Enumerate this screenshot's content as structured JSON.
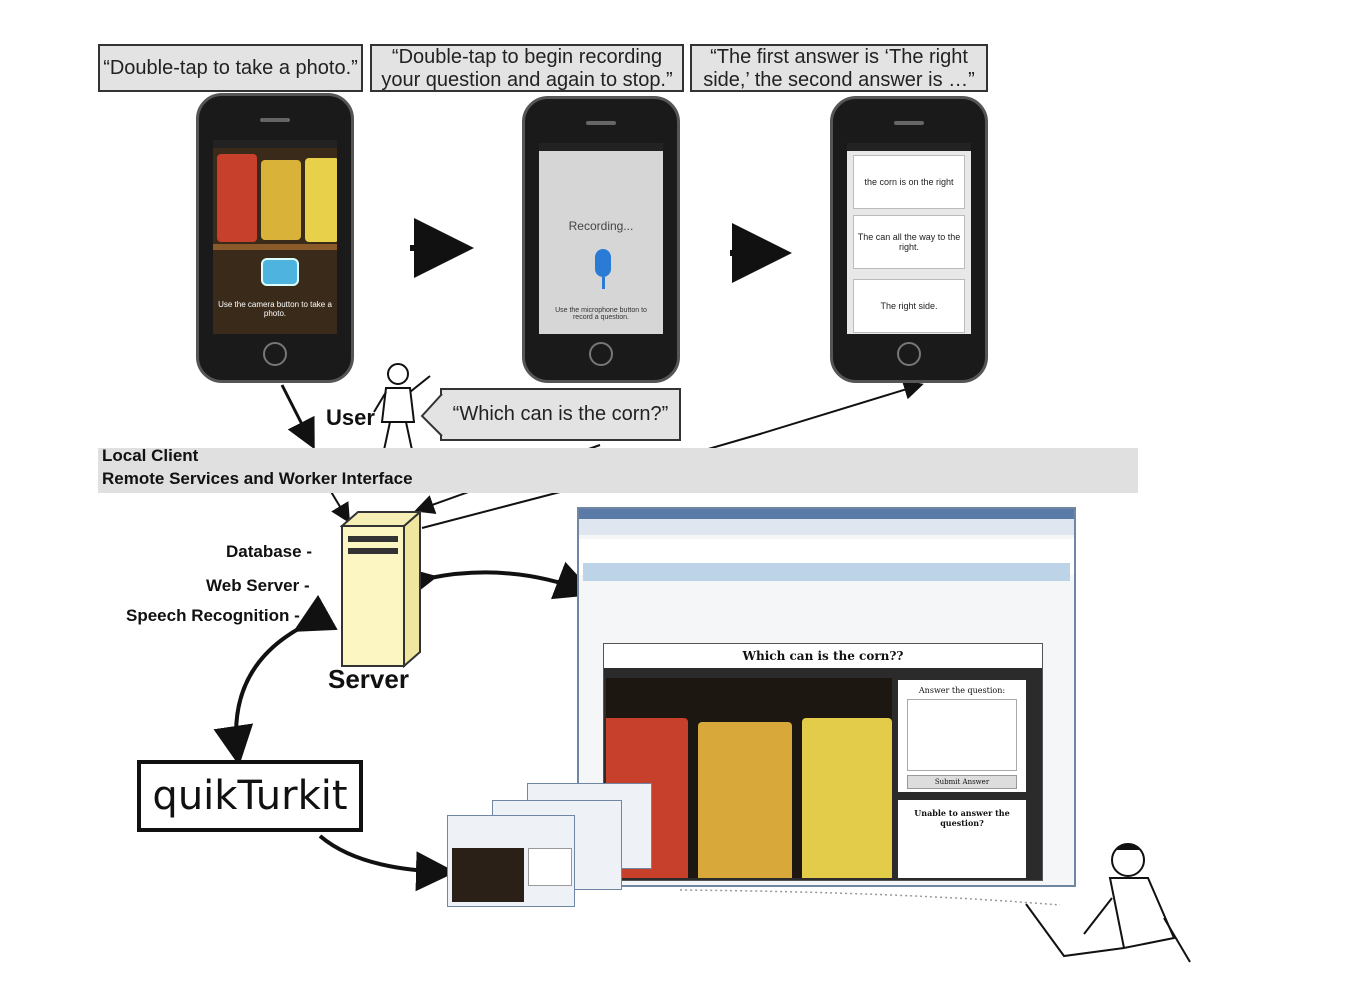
{
  "bubbles": {
    "photo": "“Double-tap to take a photo.”",
    "record": "“Double-tap to begin recording your question and again to stop.”",
    "answer": "“The first answer is ‘The right side,’ the second answer is …”",
    "question": "“Which can is the corn?”"
  },
  "phone2": {
    "recording_text": "Recording...",
    "hint": "Use the microphone button to record a question."
  },
  "phone1": {
    "hint": "Use the camera button to take a photo."
  },
  "phone3": {
    "answers": [
      "the corn is on the right",
      "The can all the way to the right.",
      "The right side."
    ]
  },
  "labels": {
    "user": "User",
    "local_client": "Local Client",
    "remote": "Remote Services and Worker Interface",
    "database": "Database -",
    "web_server": "Web Server -",
    "speech": "Speech Recognition -",
    "server": "Server",
    "quikturkit": "quikTurkit"
  },
  "worker_ui": {
    "question_title": "Which can is the corn??",
    "answer_prompt": "Answer the question:",
    "submit": "Submit Answer",
    "unable": "Unable to answer the question?"
  },
  "colors": {
    "bubble_bg": "#e3e3e3",
    "band": "#e0e0e0",
    "server_fill": "#fbf6c2",
    "browser_border": "#6f86a5",
    "mic": "#2a7bd6"
  }
}
